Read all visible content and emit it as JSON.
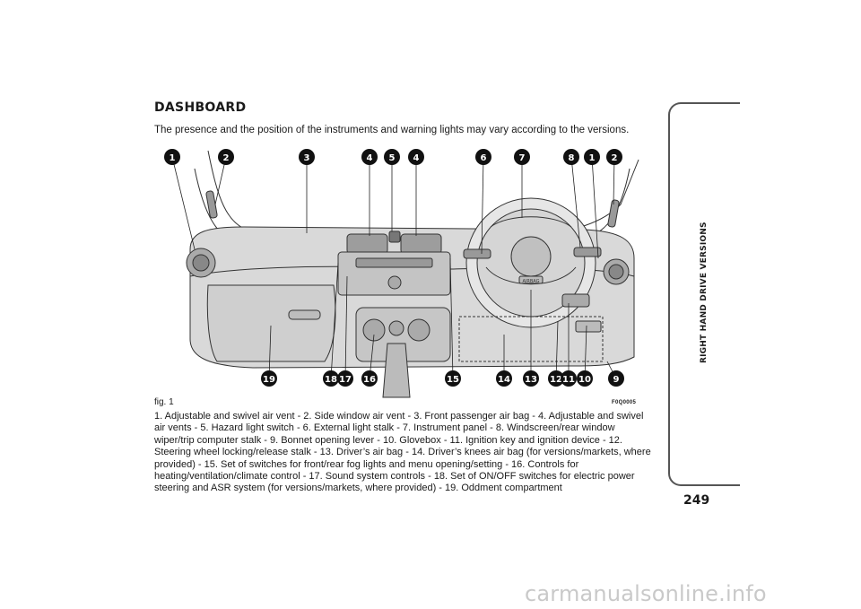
{
  "section": {
    "title": "DASHBOARD",
    "intro": "The presence and the position of the instruments and warning lights may vary according to the versions."
  },
  "figure": {
    "label": "fig. 1",
    "code": "F0Q0005",
    "airbag_text": "AIRBAG",
    "callouts_top": [
      "1",
      "2",
      "3",
      "4",
      "5",
      "4",
      "6",
      "7",
      "8",
      "1",
      "2"
    ],
    "callouts_bottom": [
      "19",
      "18",
      "17",
      "16",
      "15",
      "14",
      "13",
      "12",
      "11",
      "10",
      "9"
    ]
  },
  "caption": "1. Adjustable and swivel air vent - 2. Side window air vent - 3. Front passenger air bag - 4. Adjustable and swivel air vents - 5. Hazard light switch - 6. External light stalk - 7. Instrument panel - 8. Windscreen/rear window wiper/trip computer stalk - 9. Bonnet opening lever - 10. Glovebox - 11. Ignition key and ignition device - 12. Steering wheel locking/release stalk - 13. Driver’s air bag - 14. Driver’s knees air bag (for versions/markets, where provided) - 15. Set of switches for front/rear fog lights and menu opening/setting - 16. Controls for heating/ventilation/climate control - 17. Sound system controls - 18. Set of ON/OFF switches for electric power steering and ASR system (for versions/markets, where provided) - 19. Oddment compartment",
  "sidebar": {
    "label": "RIGHT HAND DRIVE VERSIONS"
  },
  "page_number": "249",
  "watermark": "carmanualsonline.info"
}
